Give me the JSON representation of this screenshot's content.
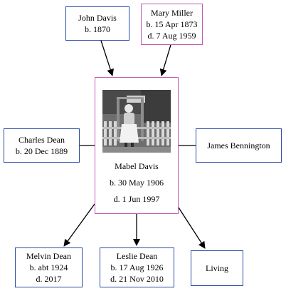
{
  "people": {
    "father": {
      "name": "John Davis",
      "born": "b. 1870"
    },
    "mother": {
      "name": "Mary Miller",
      "born": "b. 15 Apr 1873",
      "died": "d. 7 Aug 1959"
    },
    "focus": {
      "name": "Mabel Davis",
      "born": "b. 30 May 1906",
      "died": "d. 1 Jun 1997"
    },
    "spouse1": {
      "name": "Charles Dean",
      "born": "b. 20 Dec 1889"
    },
    "spouse2": {
      "name": "James Bennington"
    },
    "child1": {
      "name": "Melvin Dean",
      "born": "b. abt 1924",
      "died": "d. 2017"
    },
    "child2": {
      "name": "Leslie Dean",
      "born": "b. 17 Aug 1926",
      "died": "d. 21 Nov 2010"
    },
    "child3": {
      "name": "Living"
    }
  },
  "colors": {
    "male_border": "#2a4ba8",
    "female_border": "#c659b6",
    "edge": "#000000"
  }
}
